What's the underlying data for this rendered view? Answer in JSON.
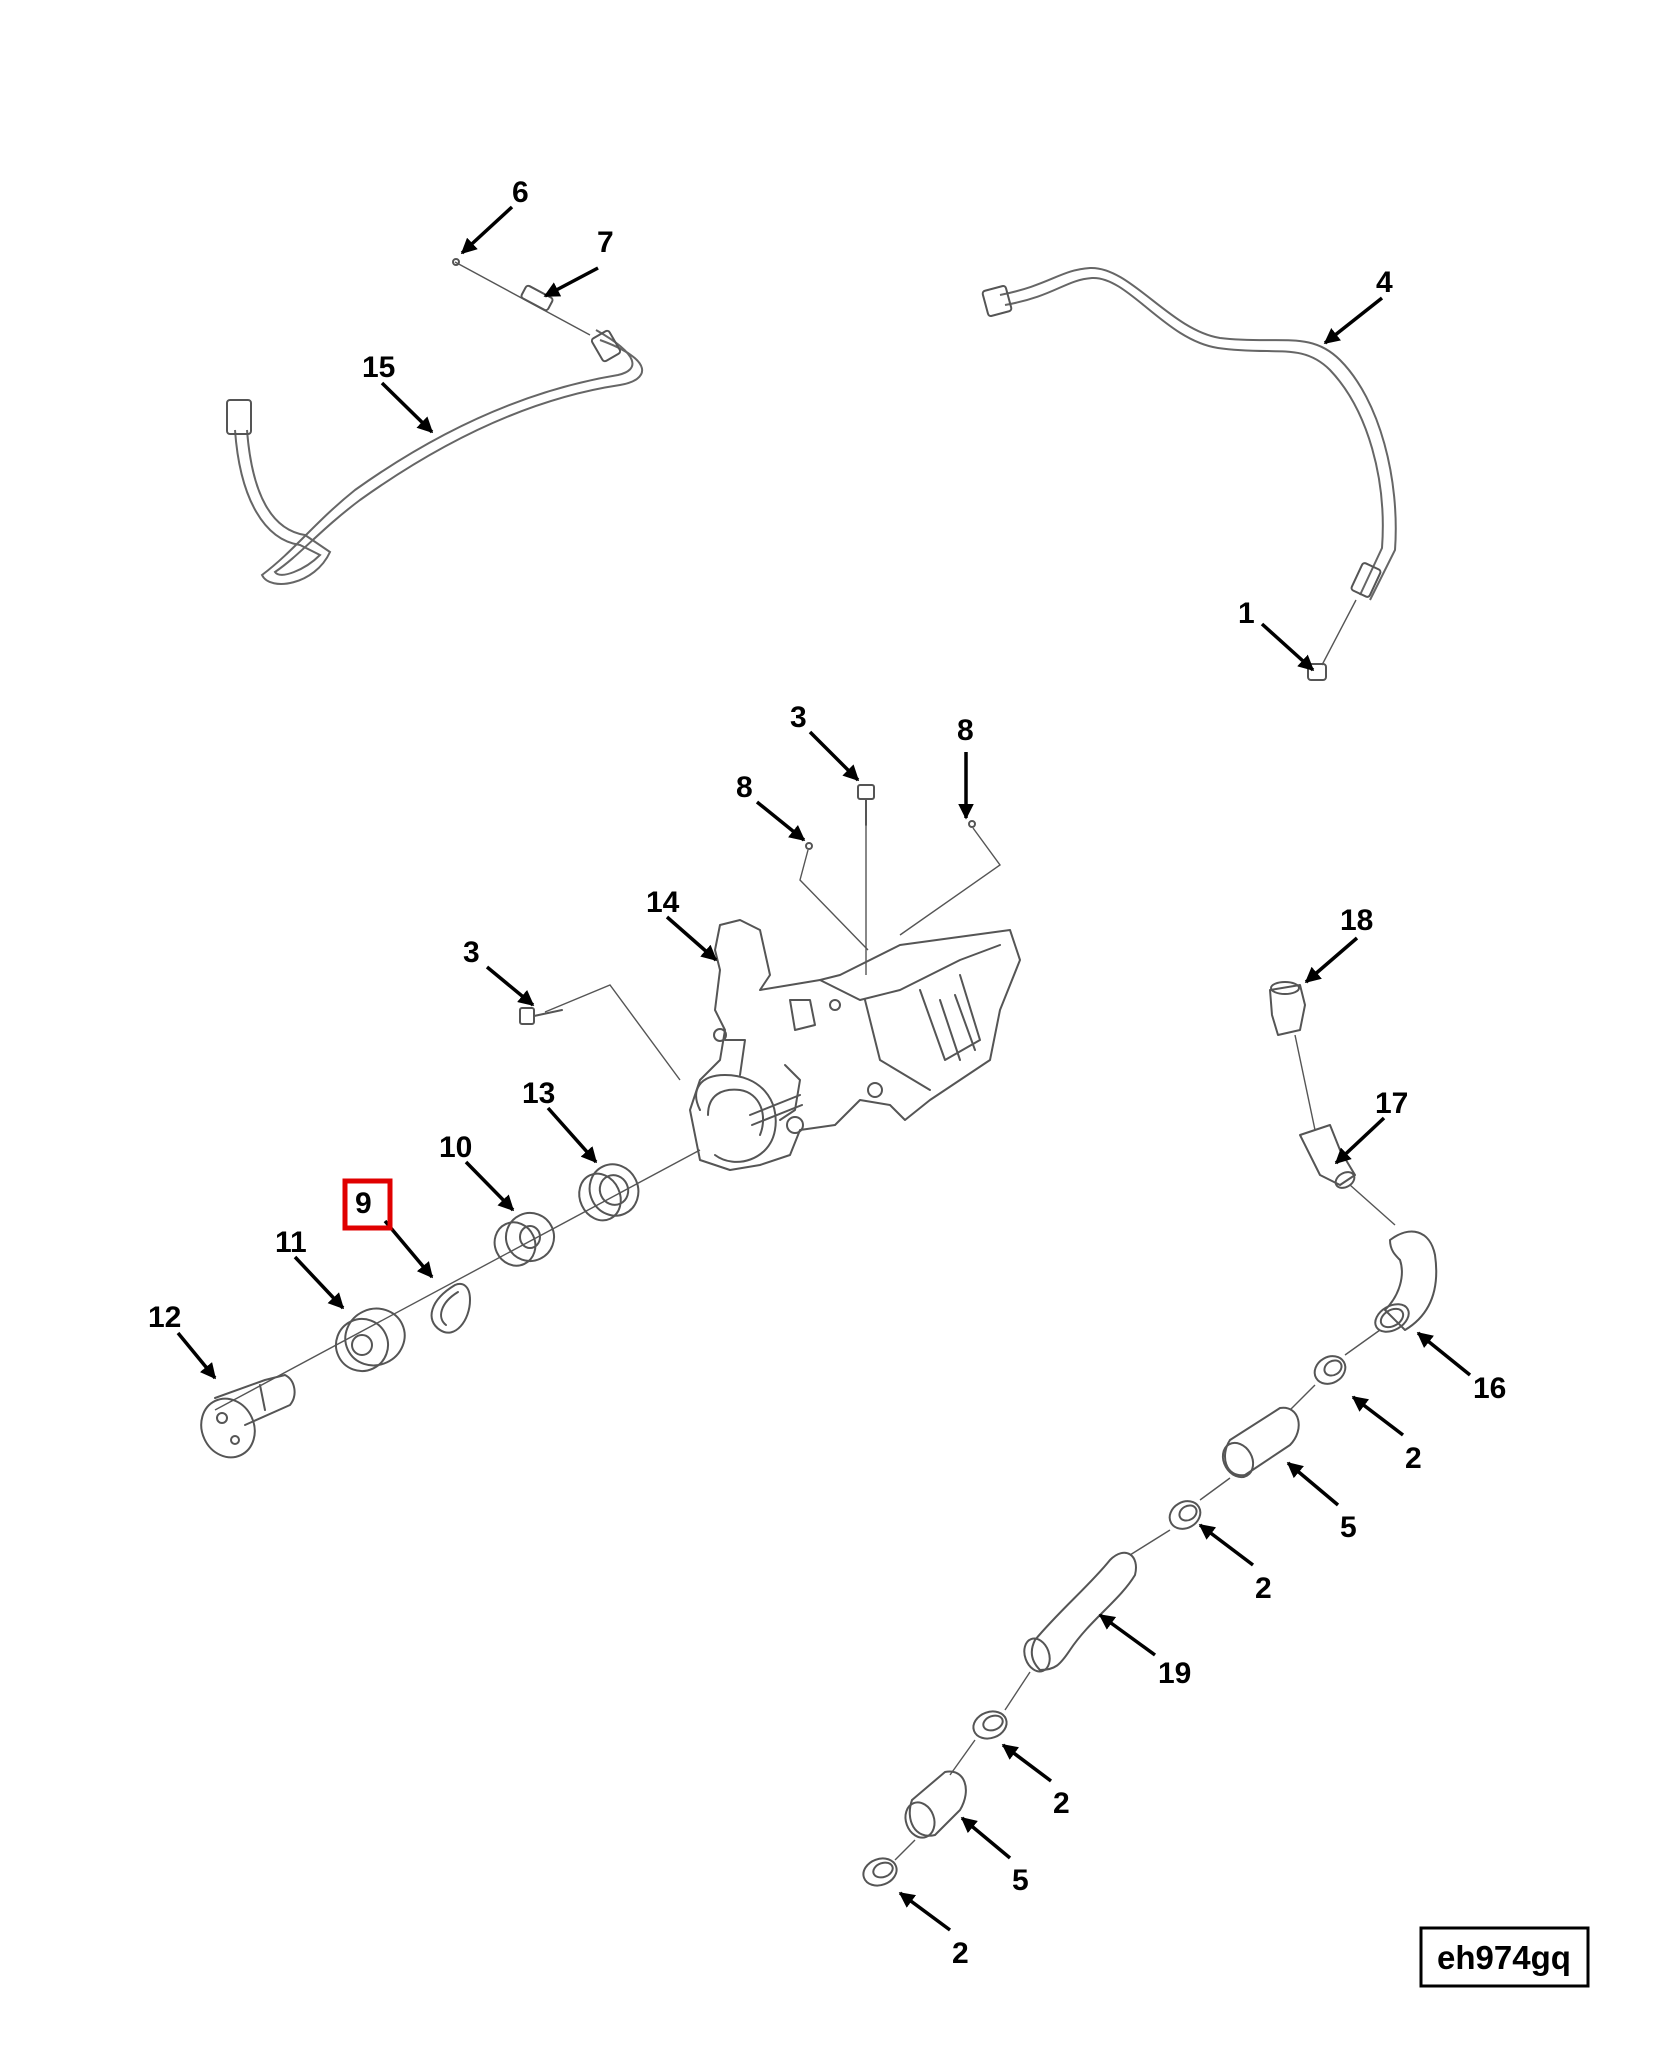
{
  "figure_ref": "eh974gq",
  "highlighted_callout": "9",
  "highlight_color": "#e00000",
  "callouts": [
    "1",
    "2",
    "3",
    "4",
    "5",
    "6",
    "7",
    "8",
    "9",
    "10",
    "11",
    "12",
    "13",
    "14",
    "15",
    "16",
    "17",
    "18",
    "19"
  ]
}
